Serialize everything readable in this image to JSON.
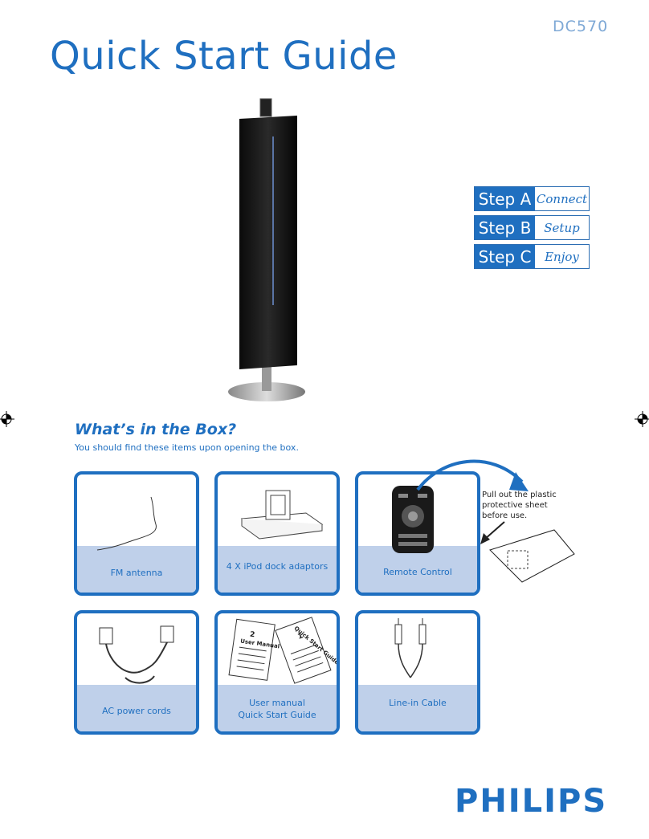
{
  "header": {
    "model": "DC570",
    "title": "Quick Start Guide"
  },
  "steps": [
    {
      "label": "Step A",
      "desc": "Connect"
    },
    {
      "label": "Step B",
      "desc": "Setup"
    },
    {
      "label": "Step C",
      "desc": "Enjoy"
    }
  ],
  "box": {
    "heading": "What’s in the Box?",
    "subtitle": "You should find these items upon opening the box.",
    "items": [
      {
        "caption": "FM antenna"
      },
      {
        "caption": "4 X iPod dock adaptors"
      },
      {
        "caption": "Remote Control"
      },
      {
        "caption": "AC power cords"
      },
      {
        "caption_line1": "User manual",
        "caption_line2": "Quick Start Guide",
        "doc1": "User Manual",
        "doc1_num": "2",
        "doc2": "Quick Start Guide",
        "doc2_num": "1"
      },
      {
        "caption": "Line-in Cable"
      }
    ],
    "note": "Pull out the plastic protective sheet before use."
  },
  "brand": "PHILIPS",
  "colors": {
    "accent": "#1f6fc0",
    "band": "#bfd0ea"
  }
}
